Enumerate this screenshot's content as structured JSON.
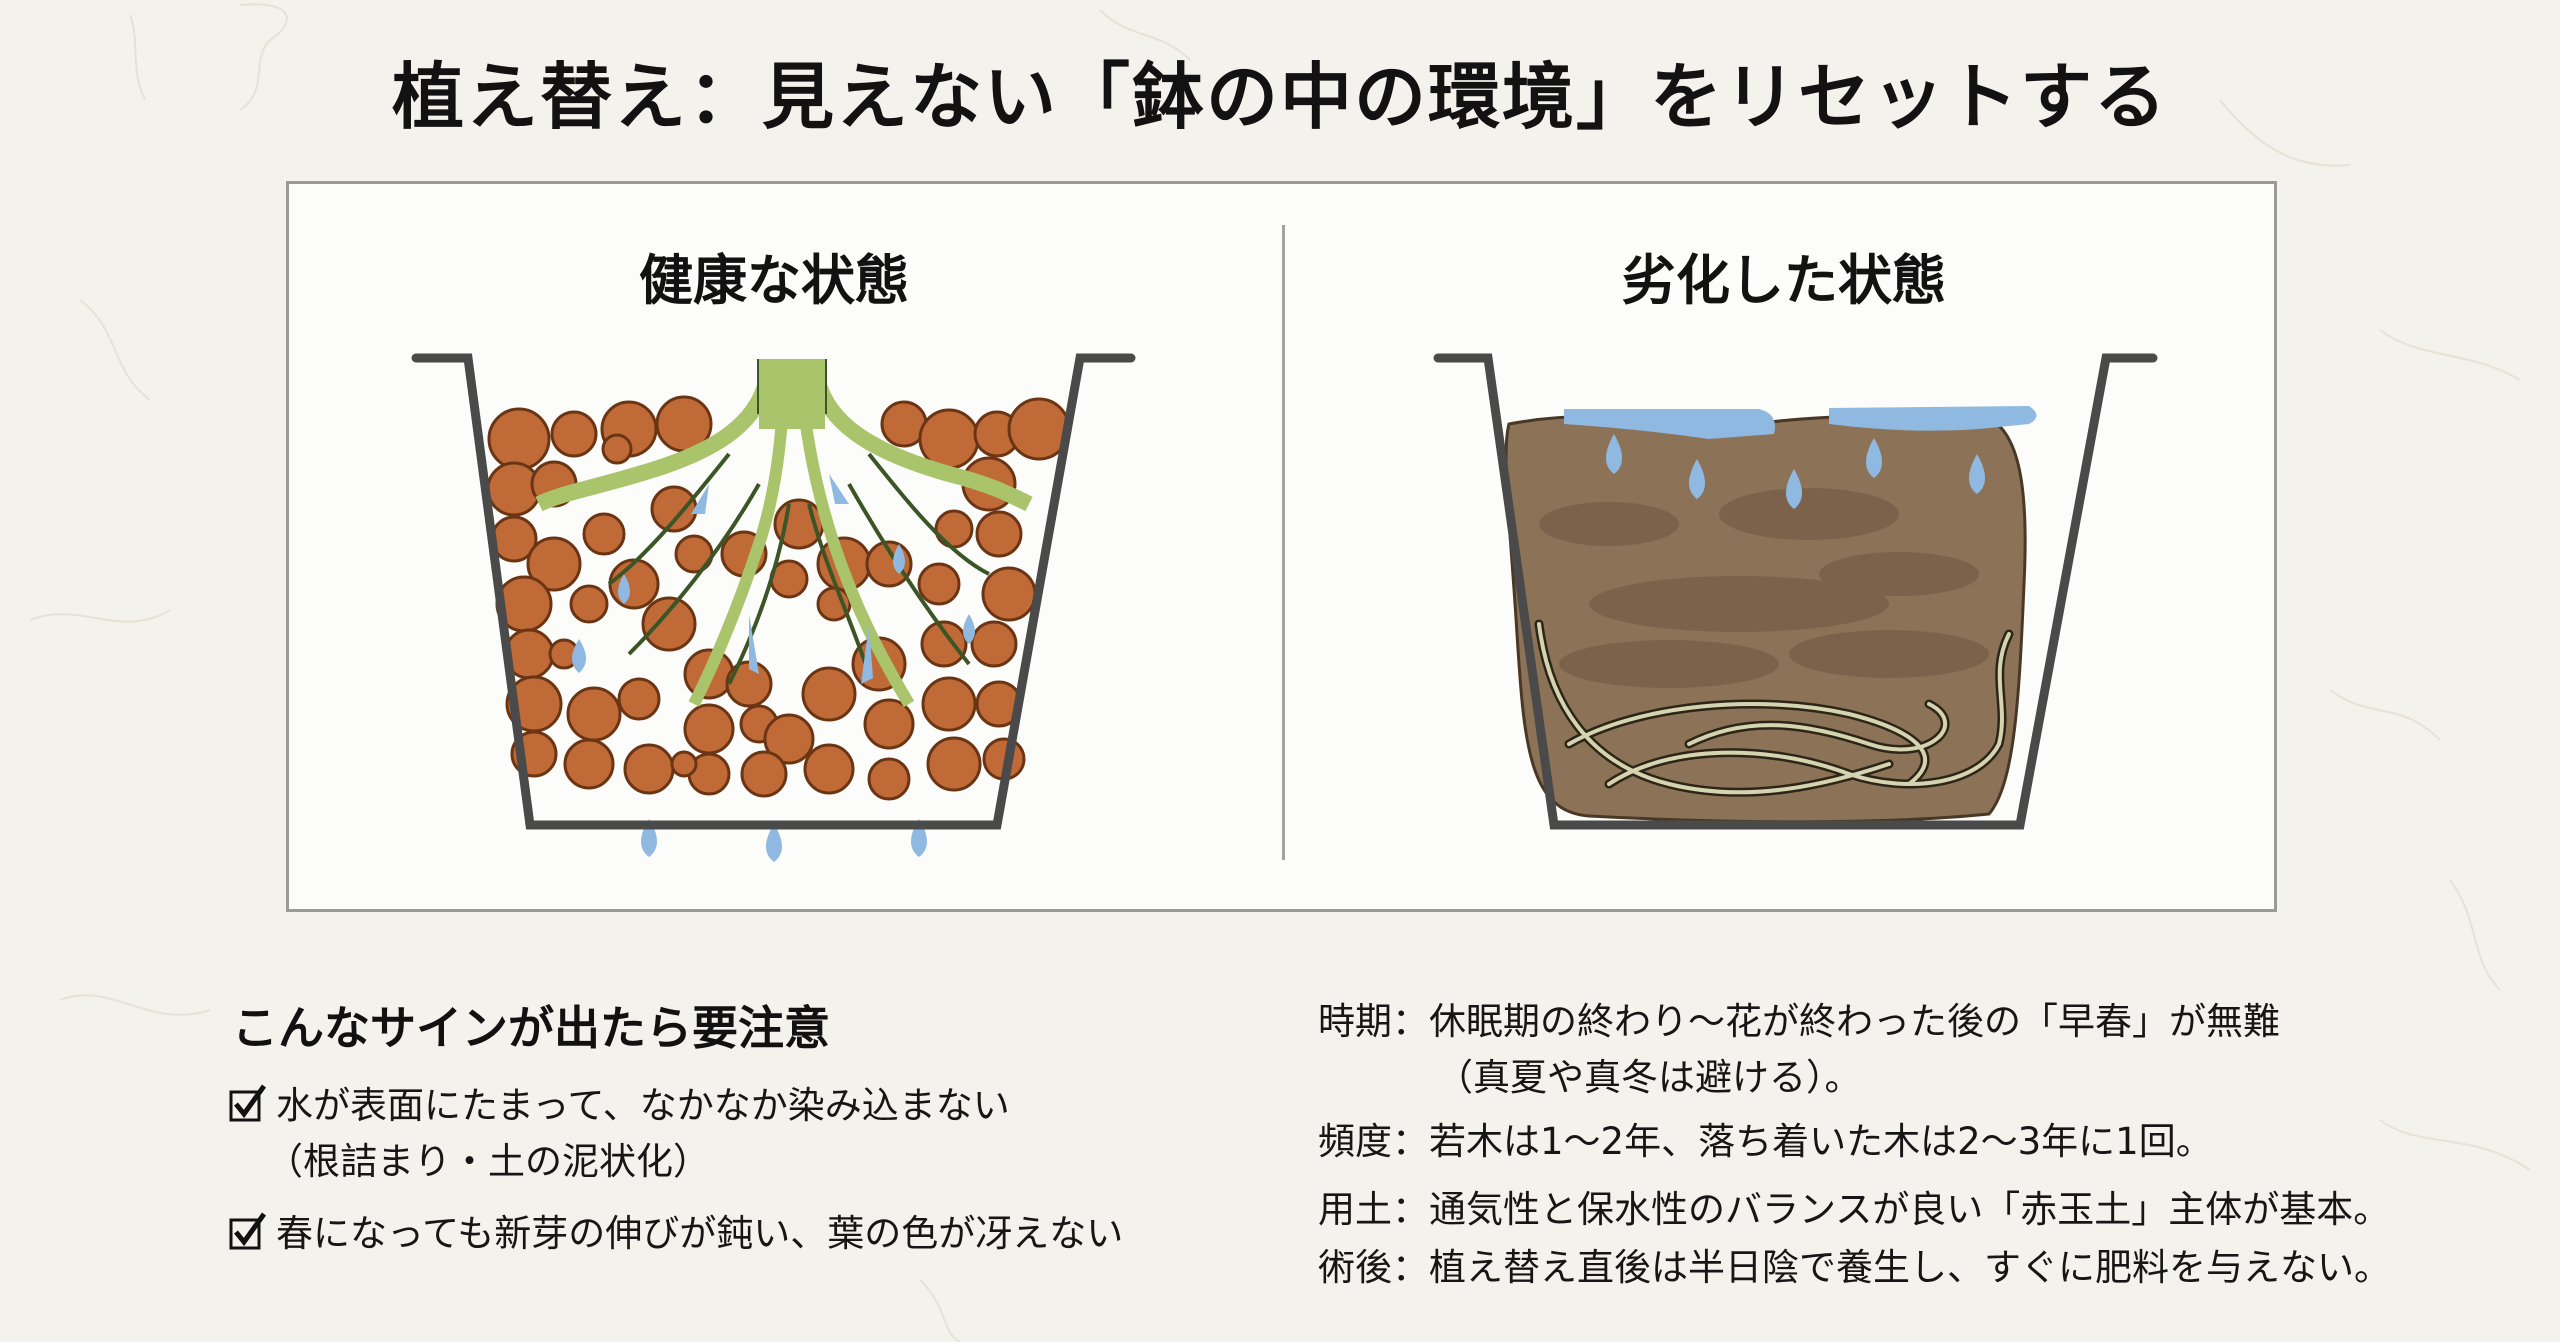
{
  "title": "植え替え：見えない「鉢の中の環境」をリセットする",
  "panels": {
    "healthy": {
      "title": "健康な状態",
      "illustration": "pot-with-granular-soil-healthy-roots-draining-water"
    },
    "degraded": {
      "title": "劣化した状態",
      "illustration": "pot-with-compacted-muddy-soil-circling-roots-pooled-water"
    }
  },
  "signs": {
    "heading": "こんなサインが出たら要注意",
    "items": [
      {
        "icon": "checkbox-checked-icon",
        "text": "水が表面にたまって、なかなか染み込まない",
        "sub": "（根詰まり・土の泥状化）"
      },
      {
        "icon": "checkbox-checked-icon",
        "text": "春になっても新芽の伸びが鈍い、葉の色が冴えない",
        "sub": ""
      }
    ]
  },
  "info": [
    {
      "label": "時期：",
      "text": "休眠期の終わり～花が終わった後の「早春」が無難",
      "cont": "（真夏や真冬は避ける）。"
    },
    {
      "label": "頻度：",
      "text": "若木は1～2年、落ち着いた木は2～3年に1回。",
      "cont": ""
    },
    {
      "label": "用土：",
      "text": "通気性と保水性のバランスが良い「赤玉土」主体が基本。",
      "cont": ""
    },
    {
      "label": "術後：",
      "text": "植え替え直後は半日陰で養生し、すぐに肥料を与えない。",
      "cont": ""
    }
  ],
  "colors": {
    "background": "#f4f2ec",
    "frame_bg": "#fcfcfa",
    "frame_border": "#9a9a98",
    "pot": "#4a4a4a",
    "soil_granule": "#c06a38",
    "soil_granule_outline": "#6b3514",
    "root_green": "#a9c46a",
    "water": "#8fb9e0",
    "mud": "#8c7257",
    "mud_dark": "#6f5640",
    "dead_root": "#d6d3b0"
  }
}
